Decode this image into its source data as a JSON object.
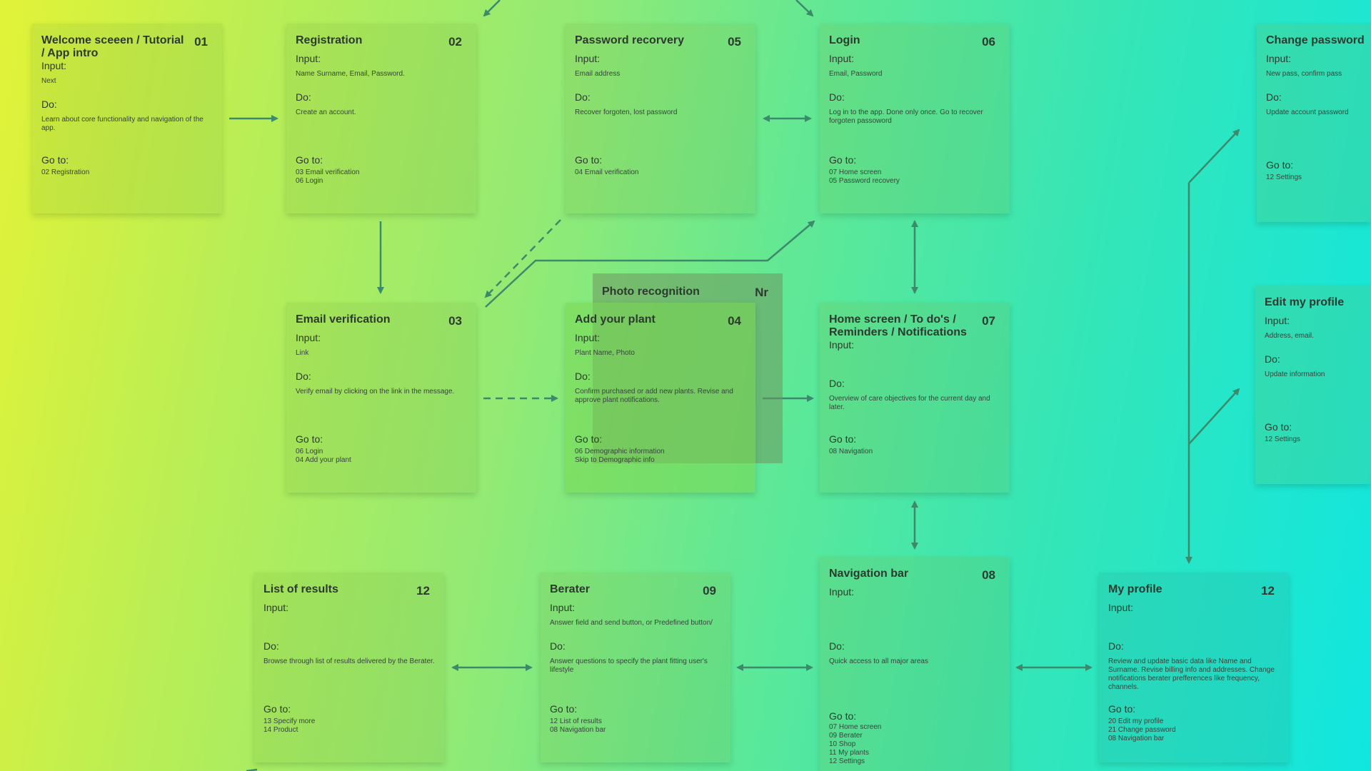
{
  "labels": {
    "input": "Input:",
    "do": "Do:",
    "goto": "Go to:"
  },
  "photo_recognition": {
    "title": "Photo recognition",
    "num": "Nr"
  },
  "cards": {
    "welcome": {
      "title": "Welcome sceeen / Tutorial / App intro",
      "num": "01",
      "input": "Next",
      "do": "Learn about core functionality and navigation of the app.",
      "goto": "02 Registration"
    },
    "registration": {
      "title": "Registration",
      "num": "02",
      "input": "Name Surname, Email, Password.",
      "do": "Create an account.",
      "goto": "03 Email verification\n06 Login"
    },
    "password_recovery": {
      "title": "Password recorvery",
      "num": "05",
      "input": "Email address",
      "do": "Recover forgoten, lost password",
      "goto": "04 Email verification"
    },
    "login": {
      "title": "Login",
      "num": "06",
      "input": "Email, Password",
      "do": "Log in to the app. Done only once. Go to recover forgoten passoword",
      "goto": "07 Home screen\n05 Password recovery"
    },
    "change_password": {
      "title": "Change password",
      "num": "",
      "input": "New pass, confirm pass",
      "do": "Update account password",
      "goto": "12 Settings"
    },
    "email_verification": {
      "title": "Email verification",
      "num": "03",
      "input": "Link",
      "do": "Verify email by clicking on the link in the message.",
      "goto": "06 Login\n04 Add your plant"
    },
    "add_plant": {
      "title": "Add your plant",
      "num": "04",
      "input": "Plant Name, Photo",
      "do": "Confirm purchased or add new plants. Revise and approve plant notifications.",
      "goto": "06 Demographic information\nSkip to Demographic info"
    },
    "home": {
      "title": "Home screen / To do's / Reminders / Notifications",
      "num": "07",
      "input": "",
      "do": "Overview of care objectives for the current day and later.",
      "goto": "08 Navigation"
    },
    "edit_profile": {
      "title": "Edit my profile",
      "num": "",
      "input": "Address, email.",
      "do": "Update information",
      "goto": "12 Settings"
    },
    "list_results": {
      "title": "List of results",
      "num": "12",
      "input": "",
      "do": "Browse through list of results delivered by the Berater.",
      "goto": "13 Specify more\n14 Product"
    },
    "berater": {
      "title": "Berater",
      "num": "09",
      "input": "Answer field and send button, or Predefined button/",
      "do": "Answer questions to specify the plant fitting user's lifestyle",
      "goto": "12 List of results\n08 Navigation bar"
    },
    "navbar": {
      "title": "Navigation bar",
      "num": "08",
      "input": "",
      "do": "Quick access to all major areas",
      "goto": "07 Home screen\n09 Berater\n10 Shop\n11 My plants\n12 Settings"
    },
    "my_profile": {
      "title": "My profile",
      "num": "12",
      "input": "",
      "do": "Review and update basic data like Name and Surname. Revise billing info and addresses. Change notifications berater prefferences like frequency, channels.",
      "goto": "20 Edit my profile\n21 Change password\n08 Navigation bar"
    }
  }
}
